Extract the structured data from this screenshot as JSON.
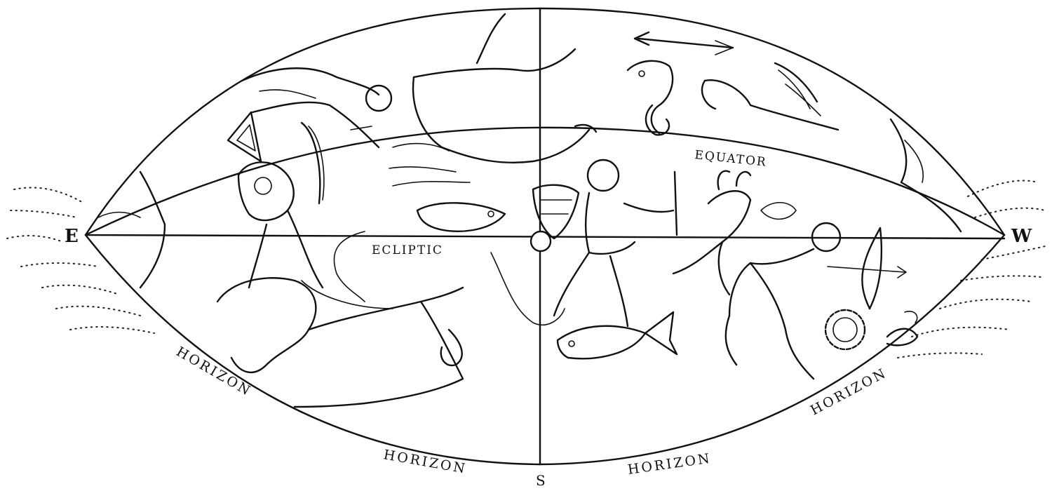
{
  "cardinal": {
    "east": "E",
    "west": "W",
    "south": "S"
  },
  "circles": {
    "ecliptic": "ECLIPTIC",
    "equator": "EQUATOR"
  },
  "horizon_labels": [
    "HORIZON",
    "HORIZON",
    "HORIZON",
    "HORIZON"
  ],
  "figures": [
    "triangle-icon",
    "aries-ram-icon",
    "pisces-fish-icon",
    "cetus-sea-monster-icon",
    "pegasus-horse-icon",
    "andromeda-figure-icon",
    "aquarius-water-bearer-icon",
    "water-urn-icon",
    "piscis-austrinus-fish-icon",
    "capricornus-goat-icon",
    "sagittarius-archer-icon",
    "corona-australis-wreath-icon",
    "aquila-eagle-icon",
    "sagitta-arrow-icon",
    "delphinus-dolphin-icon",
    "sun-marker-icon"
  ]
}
